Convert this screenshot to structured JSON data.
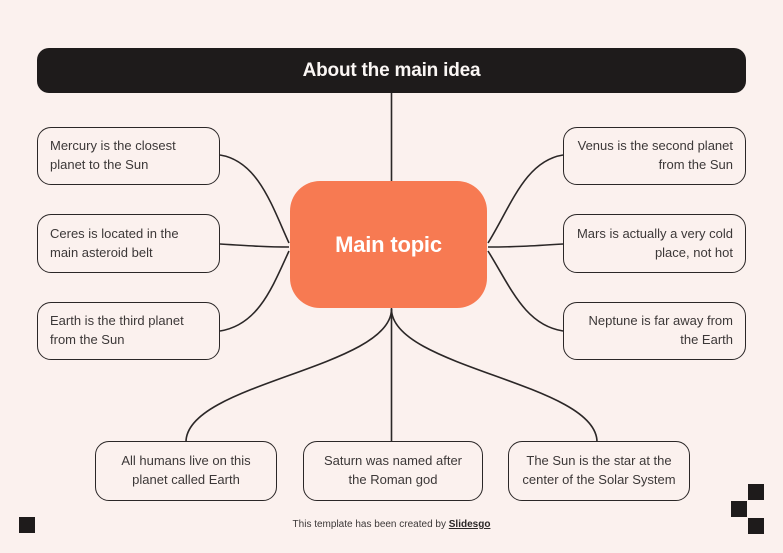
{
  "slide": {
    "title": "About the main idea",
    "main_topic": "Main topic",
    "left_branches": [
      "Mercury is the closest planet to the Sun",
      "Ceres is located in the main asteroid belt",
      "Earth is the third planet from the Sun"
    ],
    "right_branches": [
      "Venus is the second planet from the Sun",
      "Mars is actually a very cold place, not hot",
      "Neptune is far away from the Earth"
    ],
    "bottom_branches": [
      "All humans live on this planet called Earth",
      "Saturn was named after the Roman god",
      "The Sun is the star at the center of the Solar System"
    ],
    "footer": {
      "text": "This template has been created by ",
      "brand": "Slidesgo"
    },
    "colors": {
      "background": "#fbf1ee",
      "title_bar": "#1e1b1b",
      "main_topic_fill": "#f77a52",
      "connector_line": "#2b2727",
      "branch_text": "#3c3838"
    }
  }
}
